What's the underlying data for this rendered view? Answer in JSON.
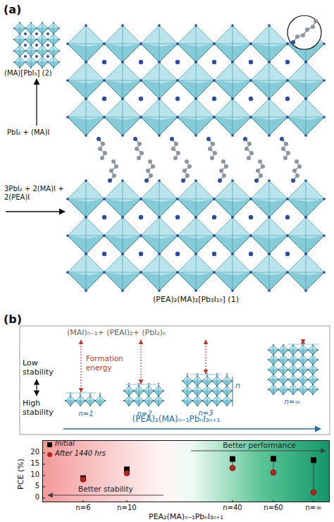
{
  "diagram": {
    "nodes": [
      {
        "text": [
          "(MAI)ₙ₋₁+ (PEAI)₂+ (PbI₂)ₙ",
          "Low stability",
          "High stability",
          "Formation energy",
          "n=1",
          "n=2",
          "n=3",
          "n",
          "n=∞",
          "(PEA)₂(MA)ₙ₋₁PbₙI₃ₙ₊₁"
        ]
      },
      {
        "text": [
          "Better performance",
          "Better stability"
        ]
      }
    ],
    "labels": [
      "(a)",
      "(MA)[PbI₃] (2)",
      "PbI₂ + (MA)I",
      "3PbI₂ + 2(MA)I + 2(PEA)I",
      "(PEA)₂(MA)₂[Pb₃I₁₀] (1)",
      "(b)",
      "PCE (%)",
      "20",
      "15",
      "10",
      "5",
      "0",
      "n=6",
      "n=10",
      "n=40",
      "n=60",
      "n=∞",
      "PEA₂(MA)ₙ₋₁PbₙI₃ₙ₊₁"
    ],
    "legend": [
      {
        "text": "Initial",
        "color": "#000000"
      },
      {
        "text": "After 1440 hrs",
        "color": "#b8231c"
      }
    ]
  }
}
